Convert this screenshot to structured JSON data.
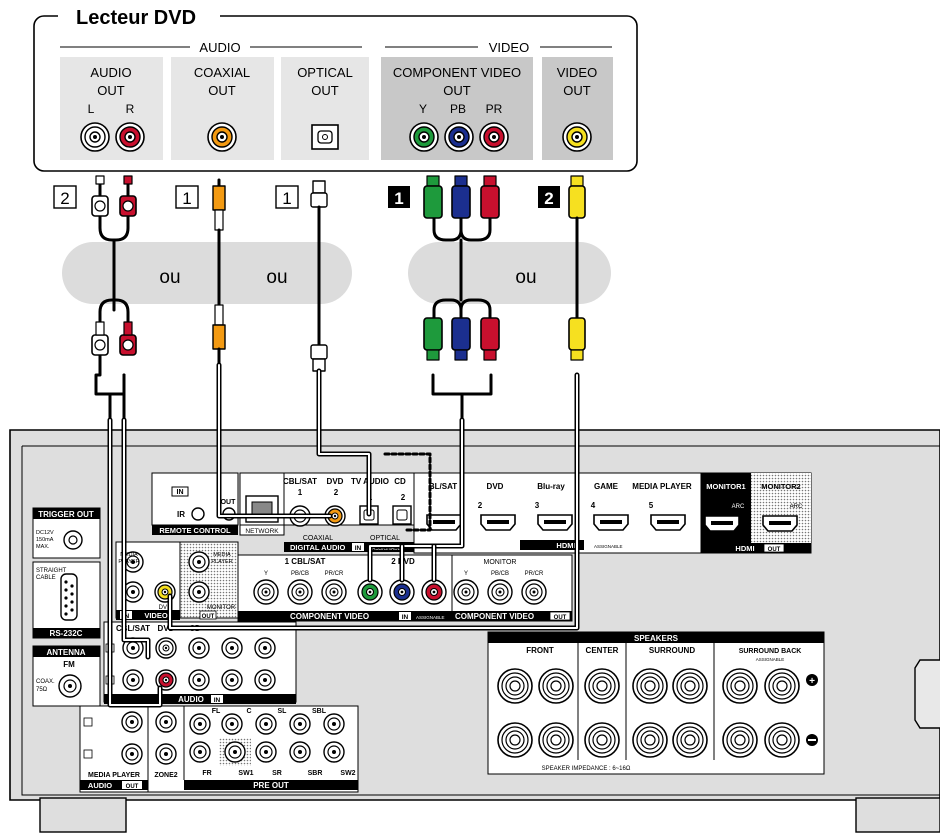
{
  "player": {
    "title": "Lecteur DVD",
    "group_audio": "AUDIO",
    "group_video": "VIDEO",
    "jacks": {
      "audio_out_1": "AUDIO",
      "audio_out_2": "OUT",
      "audio_l": "L",
      "audio_r": "R",
      "coaxial_1": "COAXIAL",
      "coaxial_2": "OUT",
      "optical_1": "OPTICAL",
      "optical_2": "OUT",
      "component_1": "COMPONENT VIDEO",
      "component_2": "OUT",
      "comp_y": "Y",
      "comp_pb": "PB",
      "comp_pr": "PR",
      "video_1": "VIDEO",
      "video_2": "OUT"
    }
  },
  "cables": {
    "num_audio": "2",
    "num_coax": "1",
    "num_optical": "1",
    "num_component": "1",
    "num_video": "2",
    "plug_l": "L",
    "plug_r": "R",
    "or_1": "ou",
    "or_2": "ou",
    "or_3": "ou"
  },
  "receiver": {
    "trigger_out": "TRIGGER OUT",
    "dc12v": "DC12V",
    "dc150": "150mA",
    "dcmax": "MAX.",
    "straight": "STRAIGHT",
    "cable": "CABLE",
    "rs232c": "RS-232C",
    "antenna": "ANTENNA",
    "fm": "FM",
    "coax75": "COAX.",
    "ohm75": "75Ω",
    "remote_in": "IN",
    "remote_out": "OUT",
    "remote_ir": "IR",
    "remote_control": "REMOTE CONTROL",
    "network": "NETWORK",
    "cbl_sat": "CBL/SAT",
    "dvd": "DVD",
    "tv_audio": "TV AUDIO",
    "cd": "CD",
    "num1": "1",
    "num2": "2",
    "coaxial": "COAXIAL",
    "optical": "OPTICAL",
    "digital_audio": "DIGITAL AUDIO",
    "in": "IN",
    "assignable": "ASSIGNABLE",
    "media_player": "MEDIA",
    "media_player2": "PLAYER",
    "video": "VIDEO",
    "monitor": "MONITOR",
    "out": "OUT",
    "comp_cbl": "1 CBL/SAT",
    "comp_y": "Y",
    "comp_pb": "PB/CB",
    "comp_pr": "PR/CR",
    "comp_dvd": "2 DVD",
    "component_video": "COMPONENT VIDEO",
    "hdmi_blsat": "BL/SAT",
    "hdmi_dvd": "DVD",
    "hdmi_bluray": "Blu-ray",
    "hdmi_game": "GAME",
    "hdmi_media": "MEDIA PLAYER",
    "hdmi_monitor1": "MONITOR1",
    "hdmi_monitor2": "MONITOR2",
    "arc": "ARC",
    "hdmi_n2": "2",
    "hdmi_n3": "3",
    "hdmi_n4": "4",
    "hdmi_n5": "5",
    "hdmi": "HDMI",
    "audio": "AUDIO",
    "pre_fl": "FL",
    "pre_c": "C",
    "pre_sl": "SL",
    "pre_sbl": "SBL",
    "pre_fr": "FR",
    "pre_sw1": "SW1",
    "pre_sr": "SR",
    "pre_sbr": "SBR",
    "pre_sw2": "SW2",
    "zone2": "ZONE2",
    "pre_out": "PRE OUT",
    "media_player_full": "MEDIA PLAYER",
    "speakers": "SPEAKERS",
    "front": "FRONT",
    "center": "CENTER",
    "surround": "SURROUND",
    "surround_back": "SURROUND BACK",
    "speaker_impedance": "SPEAKER IMPEDANCE : 6~16Ω"
  },
  "colors": {
    "green": "#1e9a3c",
    "blue": "#1b2f8f",
    "red": "#c8102e",
    "yellow": "#f6e020",
    "orange": "#f39a12",
    "panel": "#d9d9d9",
    "jackbg": "#e6e6e6"
  }
}
